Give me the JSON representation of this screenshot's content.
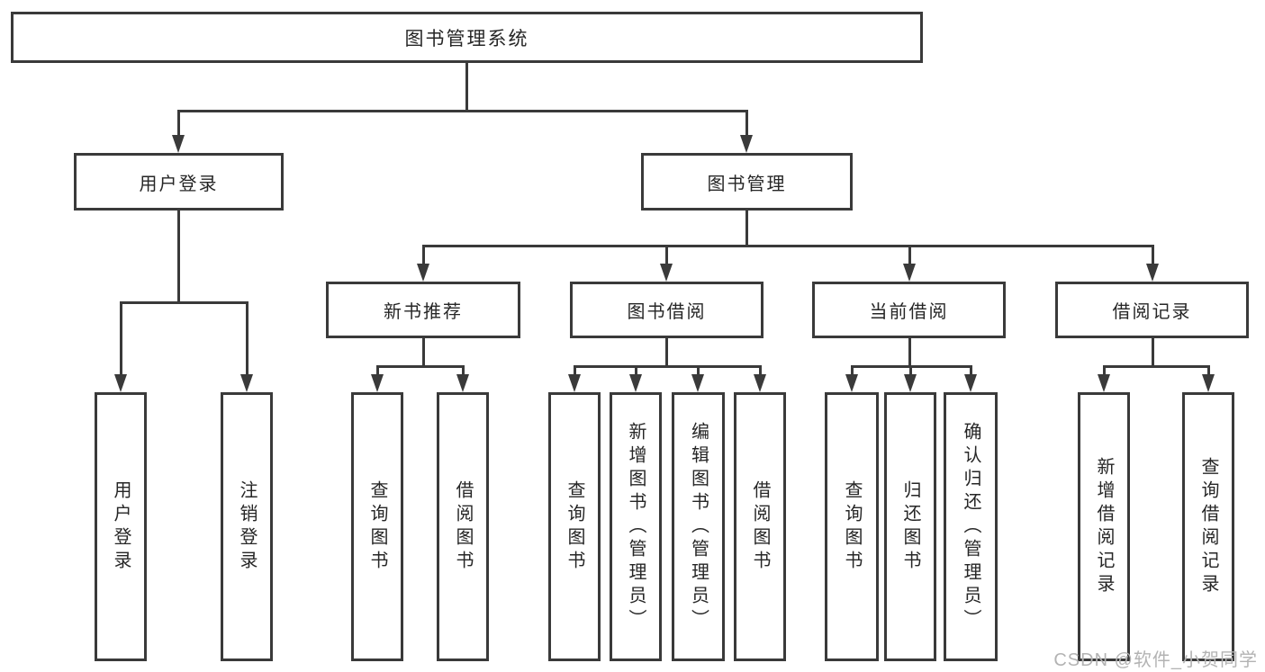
{
  "diagram": {
    "root": {
      "label": "图书管理系统"
    },
    "level2": {
      "user_login": {
        "label": "用户登录"
      },
      "book_management": {
        "label": "图书管理"
      }
    },
    "level3": {
      "new_book_recommend": {
        "label": "新书推荐"
      },
      "book_borrowing": {
        "label": "图书借阅"
      },
      "current_borrowing": {
        "label": "当前借阅"
      },
      "borrowing_records": {
        "label": "借阅记录"
      }
    },
    "leaves": {
      "login": {
        "label": "用户登录"
      },
      "logout": {
        "label": "注销登录"
      },
      "query_books_1": {
        "label": "查询图书"
      },
      "borrow_books_1": {
        "label": "借阅图书"
      },
      "query_books_2": {
        "label": "查询图书"
      },
      "add_book_admin": {
        "label": "新增图书（管理员）"
      },
      "edit_book_admin": {
        "label": "编辑图书（管理员）"
      },
      "borrow_books_2": {
        "label": "借阅图书"
      },
      "query_books_3": {
        "label": "查询图书"
      },
      "return_book": {
        "label": "归还图书"
      },
      "confirm_return_admin": {
        "label": "确认归还（管理员）"
      },
      "add_borrow_record": {
        "label": "新增借阅记录"
      },
      "query_borrow_record": {
        "label": "查询借阅记录"
      }
    }
  },
  "watermark": {
    "text": "CSDN @软件_小贺同学"
  },
  "colors": {
    "line": "#3a3a3a",
    "text": "#262626",
    "watermark": "#b3b3b3",
    "background": "#ffffff"
  }
}
